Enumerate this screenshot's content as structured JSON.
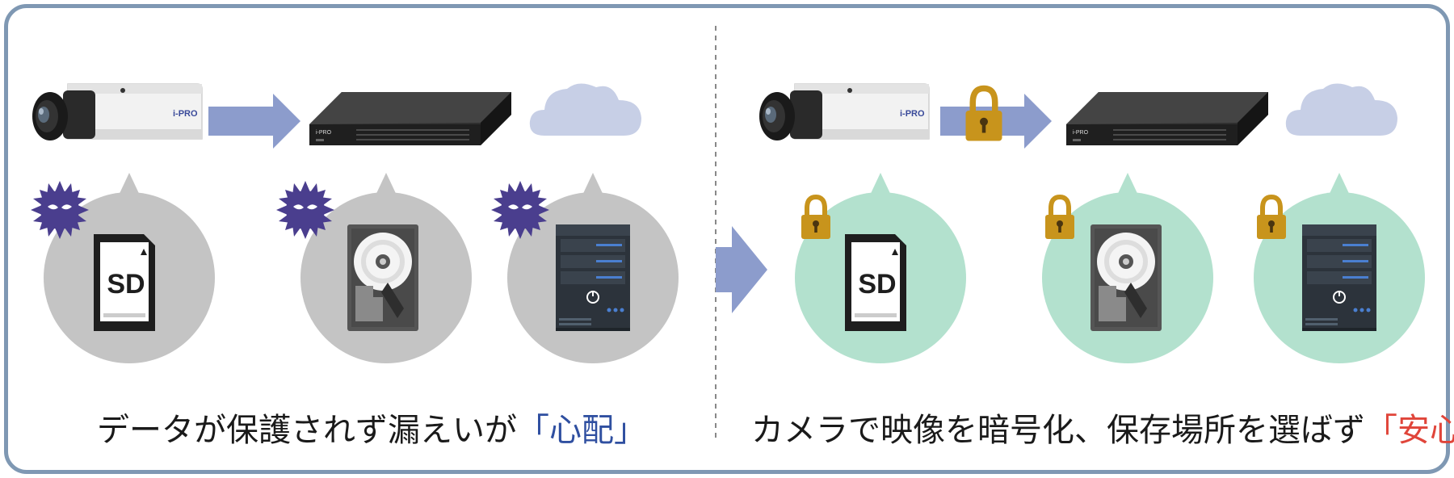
{
  "left": {
    "caption_main": "データが保護されず漏えいが",
    "caption_emphasis": "「心配」",
    "emphasis_color": "#2f4fa0",
    "bubble_color": "#c4c4c4"
  },
  "right": {
    "caption_main": "カメラで映像を暗号化、保存場所を選ばず",
    "caption_emphasis": "「安心」",
    "emphasis_color": "#e0453a",
    "bubble_color": "#b3e1ce"
  },
  "devices": {
    "camera_logo": "i-PRO",
    "sd_label": "SD"
  },
  "colors": {
    "frame": "#7f98b3",
    "arrow": "#8c9ccc",
    "cloud": "#c7cfe6",
    "lock": "#c8941c",
    "virus": "#4a3e8e",
    "divider": "#888888"
  }
}
